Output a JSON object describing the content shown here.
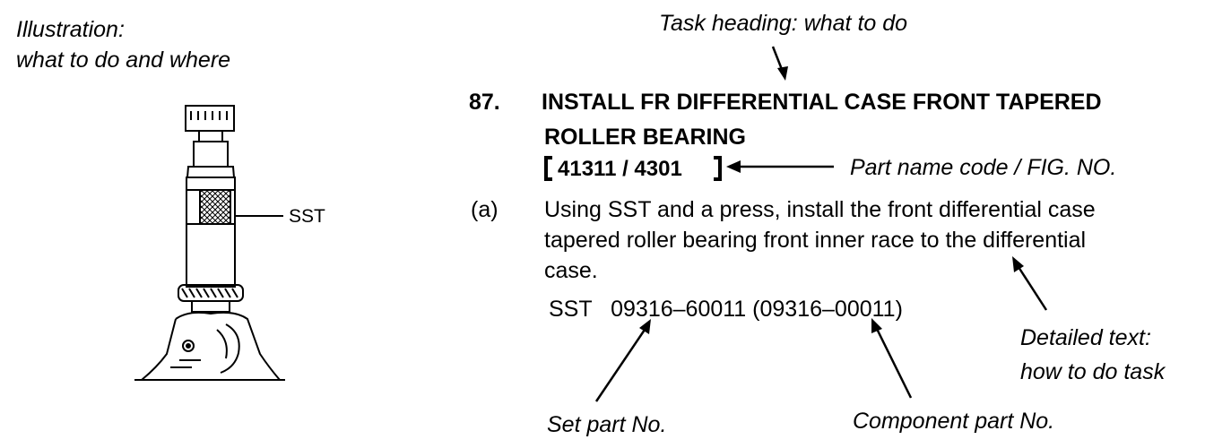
{
  "illustration_note": {
    "line1": "Illustration:",
    "line2": "what to do and where"
  },
  "sst_label": "SST",
  "task_heading_note": "Task heading: what to do",
  "step": {
    "number": "87.",
    "title_line1": "INSTALL FR DIFFERENTIAL CASE FRONT TAPERED",
    "title_line2": "ROLLER BEARING",
    "part_code": "41311 / 4301"
  },
  "part_code_note": "Part name code / FIG. NO.",
  "substep": {
    "label": "(a)",
    "line1": "Using SST and a press, install the front differential case",
    "line2": "tapered roller bearing front inner race to the differential",
    "line3": "case.",
    "sst_prefix": "SST",
    "sst_set_no": "09316–60011",
    "sst_component_no": "(09316–00011)"
  },
  "detailed_note": {
    "line1": "Detailed text:",
    "line2": "how to do task"
  },
  "set_part_note": "Set part No.",
  "component_part_note": "Component part No."
}
